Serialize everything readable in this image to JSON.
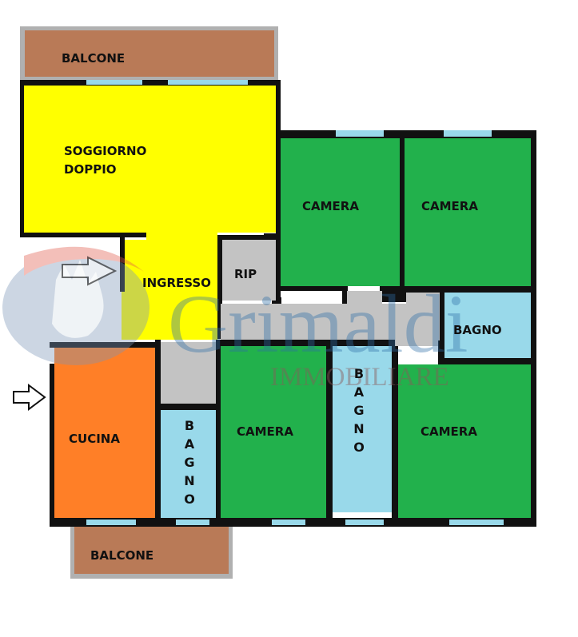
{
  "colors": {
    "living": "#ffff00",
    "bedroom": "#22b14c",
    "bath": "#99d9ea",
    "kitchen": "#ff7f27",
    "balcony": "#b97a57",
    "hall": "#c3c3c3",
    "wall": "#111111",
    "window": "#99d9ea"
  },
  "rooms": {
    "balcone_top": "BALCONE",
    "soggiorno_line1": "SOGGIORNO",
    "soggiorno_line2": "DOPPIO",
    "camera_1": "CAMERA",
    "camera_2": "CAMERA",
    "rip": "RIP",
    "ingresso": "INGRESSO",
    "bagno_right": "BAGNO",
    "camera_3": "CAMERA",
    "camera_4": "CAMERA",
    "bagno_vertical_left": [
      "B",
      "A",
      "G",
      "N",
      "O"
    ],
    "bagno_vertical_mid": [
      "B",
      "A",
      "G",
      "N",
      "O"
    ],
    "cucina": "CUCINA",
    "balcone_bottom": "BALCONE"
  },
  "watermark": {
    "brand": "Grimaldi",
    "sub": "IMMOBILIARE"
  },
  "icons": {
    "entrance_arrow_left": "arrow-right-outline-icon",
    "entrance_arrow_hall": "arrow-right-outline-icon",
    "logo": "hand-logo-icon"
  }
}
